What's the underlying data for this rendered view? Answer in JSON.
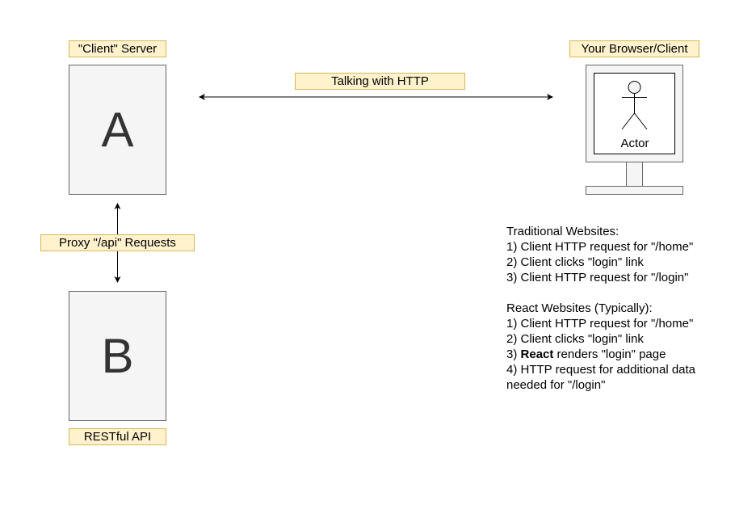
{
  "client_server": {
    "label": "\"Client\" Server",
    "letter": "A"
  },
  "restful_api": {
    "label": "RESTful API",
    "letter": "B"
  },
  "proxy_label": "Proxy \"/api\" Requests",
  "http_label": "Talking with HTTP",
  "browser": {
    "label": "Your Browser/Client",
    "actor_label": "Actor"
  },
  "notes": {
    "traditional": {
      "heading": "Traditional Websites:",
      "steps": [
        "1) Client HTTP request for \"/home\"",
        "2) Client clicks \"login\" link",
        "3) Client HTTP request for \"/login\""
      ]
    },
    "react": {
      "heading": "React Websites (Typically):",
      "step1": "1) Client HTTP request for \"/home\"",
      "step2": "2) Client clicks \"login\" link",
      "step3_prefix": "3) ",
      "step3_bold": "React",
      "step3_suffix": " renders \"login\" page",
      "step4_line1": "4) HTTP request for additional data",
      "step4_line2": "needed for \"/login\""
    }
  },
  "colors": {
    "label_fill": "#fff2cc",
    "label_stroke": "#d6b656",
    "box_fill": "#f5f5f5",
    "box_stroke": "#666666"
  }
}
